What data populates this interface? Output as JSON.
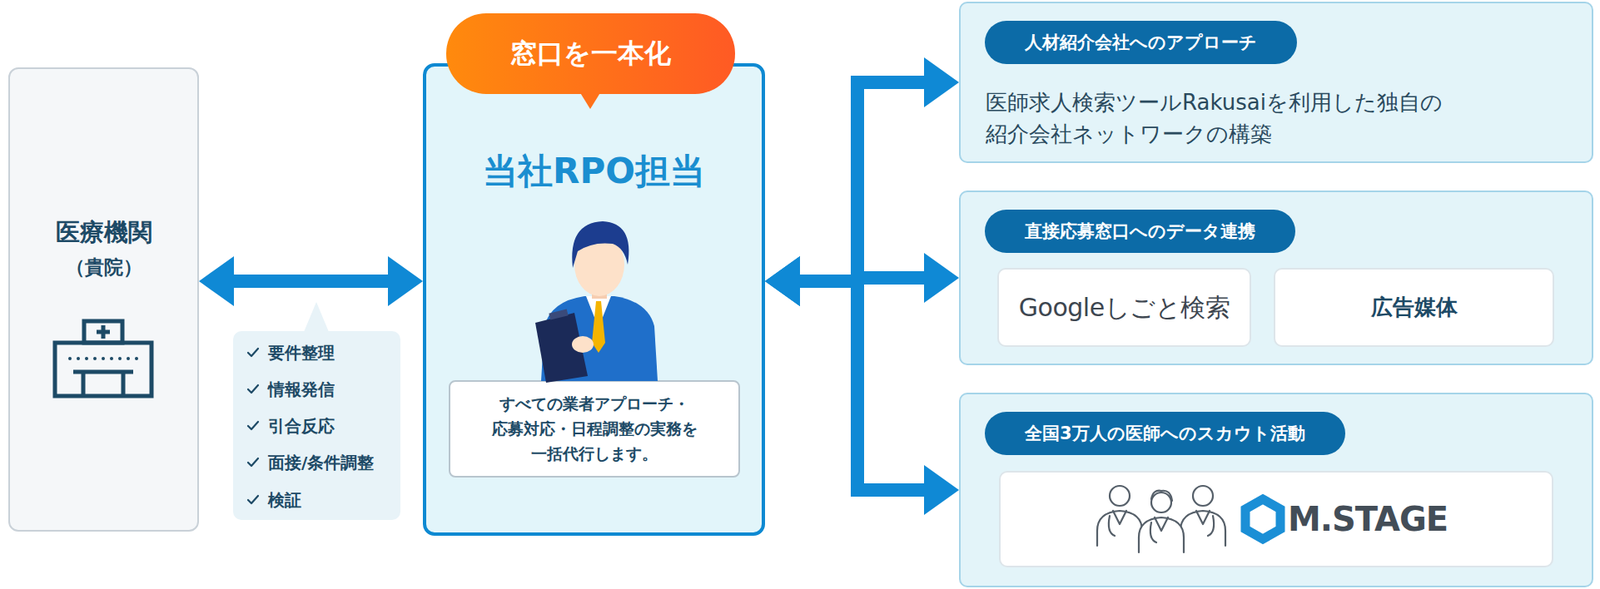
{
  "diagram": {
    "nodes": [
      {
        "text": [
          "医療機関",
          "（貴院）"
        ]
      },
      {
        "text": [
          "要件整理",
          "情報発信",
          "引合反応",
          "面接/条件調整",
          "検証"
        ]
      },
      {
        "text": [
          "窓口を一本化",
          "当社RPO担当"
        ]
      },
      {
        "text": [
          "すべての業者アプローチ・ 応募対応・日程調整の実務を 一括代行します。"
        ],
        "in": 2
      },
      {
        "text": [
          "人材紹介会社へのアプローチ",
          "医師求人検索ツールRakusaiを利用した独自の 紹介会社ネットワークの構築"
        ]
      },
      {
        "text": [
          "直接応募窓口へのデータ連携"
        ]
      },
      {
        "text": [
          "Googleしごと検索"
        ],
        "in": 5
      },
      {
        "text": [
          "広告媒体"
        ],
        "in": 5
      },
      {
        "text": [
          "全国3万人の医師へのスカウト活動"
        ]
      },
      {
        "text": [
          "M.STAGE"
        ],
        "in": 8
      }
    ],
    "edges": [
      {
        "from": 0,
        "to": 2,
        "arrow": "both"
      },
      {
        "from": 2,
        "to": 4,
        "arrow": "both"
      },
      {
        "from": 2,
        "to": 5,
        "arrow": "both"
      },
      {
        "from": 2,
        "to": 8,
        "arrow": "both"
      }
    ]
  }
}
